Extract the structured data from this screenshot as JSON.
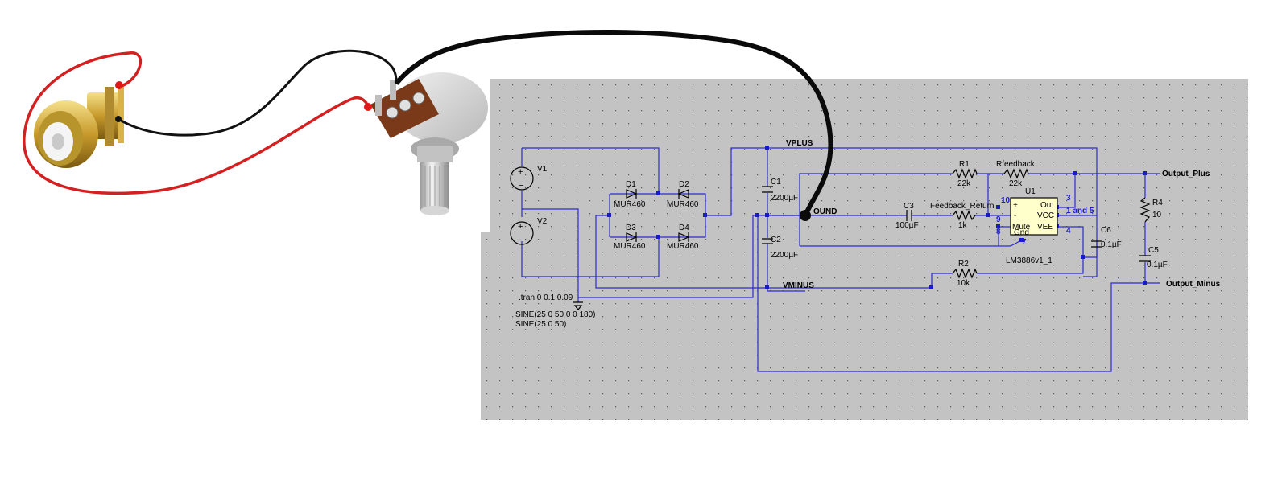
{
  "schematic": {
    "sources": [
      {
        "ref": "V1"
      },
      {
        "ref": "V2"
      }
    ],
    "diodes": [
      {
        "ref": "D1",
        "value": "MUR460"
      },
      {
        "ref": "D2",
        "value": "MUR460"
      },
      {
        "ref": "D3",
        "value": "MUR460"
      },
      {
        "ref": "D4",
        "value": "MUR460"
      }
    ],
    "capacitors": [
      {
        "ref": "C1",
        "value": "2200µF"
      },
      {
        "ref": "C2",
        "value": "2200µF"
      },
      {
        "ref": "C3",
        "value": "100µF"
      },
      {
        "ref": "C5",
        "value": "0.1µF"
      },
      {
        "ref": "C6",
        "value": "0.1µF"
      }
    ],
    "resistors": [
      {
        "ref": "R1",
        "value": "22k"
      },
      {
        "ref": "Rfeedback",
        "value": "22k"
      },
      {
        "ref": "Feedback_Return",
        "value": "1k"
      },
      {
        "ref": "R2",
        "value": "10k"
      },
      {
        "ref": "R4",
        "value": "10"
      }
    ],
    "nets": {
      "vplus": "VPLUS",
      "vminus": "VMINUS",
      "ground": "OUND",
      "output_plus": "Output_Plus",
      "output_minus": "Output_Minus"
    },
    "ic": {
      "ref": "U1",
      "model": "LM3886v1_1",
      "pins": {
        "plus": "+",
        "minus": "-",
        "mute": "Mute",
        "gnd": "Gnd",
        "out": "Out",
        "vcc": "VCC",
        "vee": "VEE"
      },
      "pin_numbers": {
        "p10": "10",
        "p9": "9",
        "p8": "8",
        "p7": "7",
        "p3": "3",
        "p1_5": "1 and 5",
        "p4": "4"
      }
    },
    "directives": {
      "tran": ".tran 0 0.1 0.09",
      "sine1": "SINE(25 0 50 0 0 180)",
      "sine2": "SINE(25 0 50)"
    }
  },
  "colors": {
    "canvas": "#c3c3c3",
    "wire": "#2b2bd0",
    "red_cable": "#d42020",
    "black_cable": "#111111",
    "ic_fill": "#ffffcc"
  }
}
